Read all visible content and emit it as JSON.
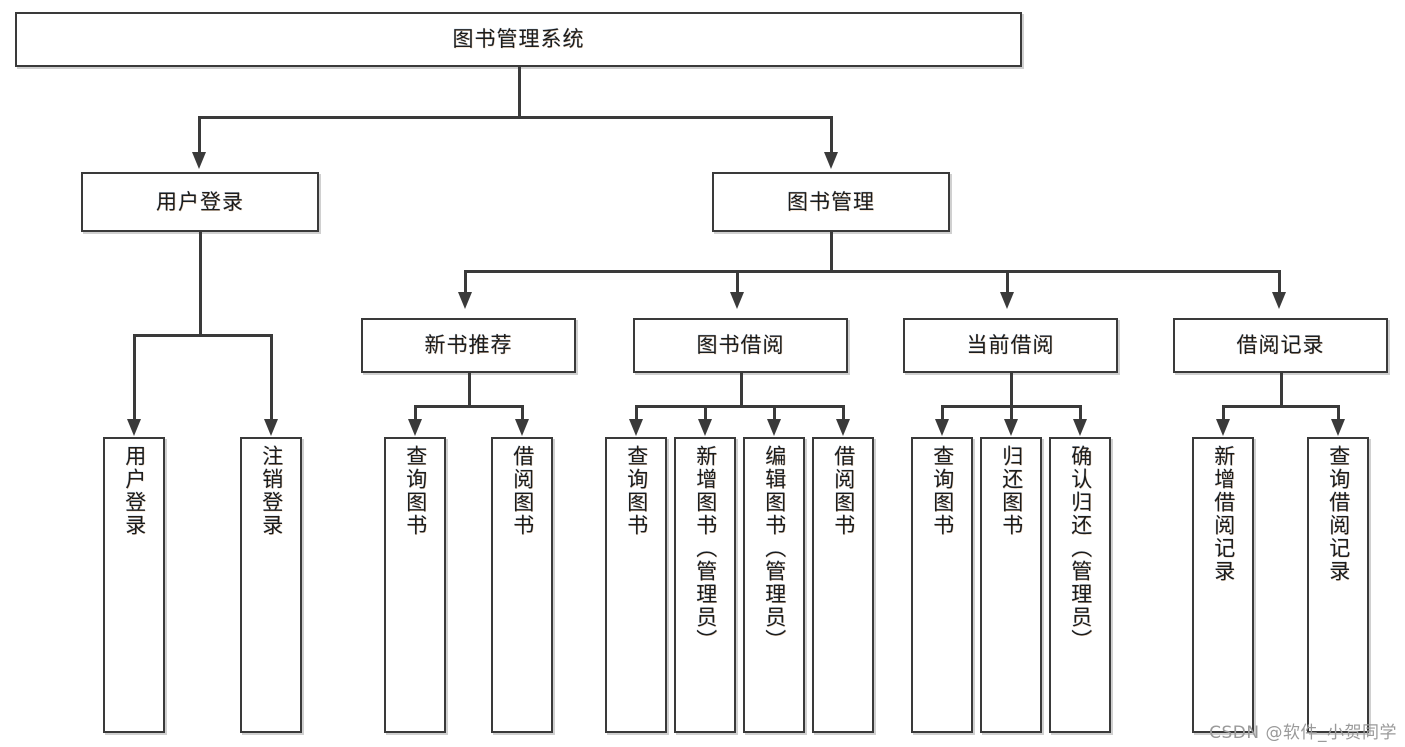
{
  "diagram": {
    "title": "图书管理系统",
    "type": "tree",
    "root": {
      "label": "图书管理系统"
    },
    "level2": [
      {
        "label": "用户登录"
      },
      {
        "label": "图书管理"
      }
    ],
    "level3": [
      {
        "label": "新书推荐"
      },
      {
        "label": "图书借阅"
      },
      {
        "label": "当前借阅"
      },
      {
        "label": "借阅记录"
      }
    ],
    "leaves": {
      "user_login": [
        {
          "label": "用户登录"
        },
        {
          "label": "注销登录"
        }
      ],
      "new_book_recommend": [
        {
          "label": "查询图书"
        },
        {
          "label": "借阅图书"
        }
      ],
      "book_borrow": [
        {
          "label": "查询图书"
        },
        {
          "label": "新增图书（管理员）"
        },
        {
          "label": "编辑图书（管理员）"
        },
        {
          "label": "借阅图书"
        }
      ],
      "current_borrow": [
        {
          "label": "查询图书"
        },
        {
          "label": "归还图书"
        },
        {
          "label": "确认归还（管理员）"
        }
      ],
      "borrow_record": [
        {
          "label": "新增借阅记录"
        },
        {
          "label": "查询借阅记录"
        }
      ]
    }
  },
  "watermark": {
    "text": "CSDN @软件_小贺同学"
  },
  "colors": {
    "background": "#ffffff",
    "line": "#3a3a3a",
    "box_fill": "#ffffff",
    "text": "#1c1c1c",
    "watermark": "#9a9a9a"
  }
}
